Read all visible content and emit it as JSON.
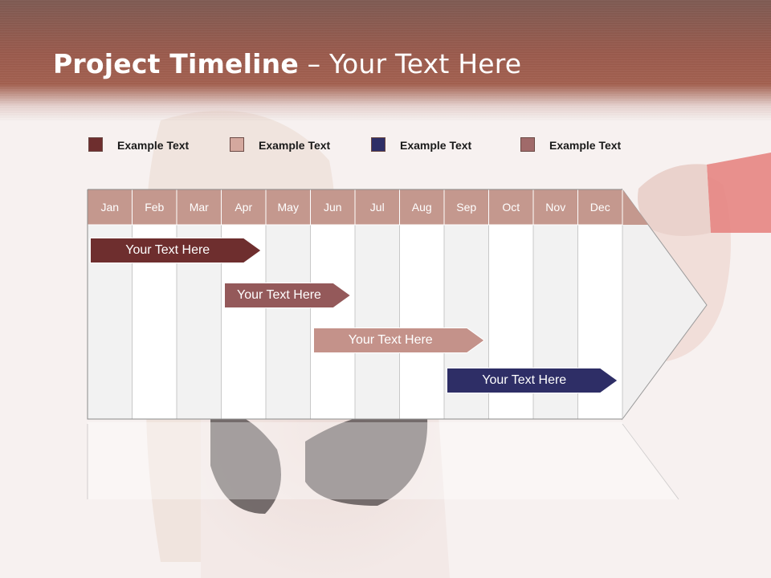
{
  "title": {
    "bold": "Project Timeline",
    "separator": " – ",
    "rest": "Your Text Here"
  },
  "colors": {
    "header": "#a3604f",
    "month_band": "#c4988e",
    "dark_red": "#6e2e2e",
    "mauve": "#94595a",
    "pink": "#c4928a",
    "navy": "#2e2e66",
    "legend_4": "#a06a6a"
  },
  "legend": [
    {
      "label": "Example Text",
      "color": "#6e2e2e"
    },
    {
      "label": "Example Text",
      "color": "#d4a89e"
    },
    {
      "label": "Example Text",
      "color": "#2e2e66"
    },
    {
      "label": "Example Text",
      "color": "#a06a6a"
    }
  ],
  "months": [
    "Jan",
    "Feb",
    "Mar",
    "Apr",
    "May",
    "Jun",
    "Jul",
    "Aug",
    "Sep",
    "Oct",
    "Nov",
    "Dec"
  ],
  "tasks": [
    {
      "label": "Your  Text Here",
      "start_month": "Jan",
      "end_month": "Apr",
      "color": "#6e2e2e"
    },
    {
      "label": "Your  Text Here",
      "start_month": "Apr",
      "end_month": "Jun",
      "color": "#94595a"
    },
    {
      "label": "Your  Text Here",
      "start_month": "Jun",
      "end_month": "Sep",
      "color": "#c4928a"
    },
    {
      "label": "Your  Text Here",
      "start_month": "Sep",
      "end_month": "Dec",
      "color": "#2e2e66"
    }
  ]
}
